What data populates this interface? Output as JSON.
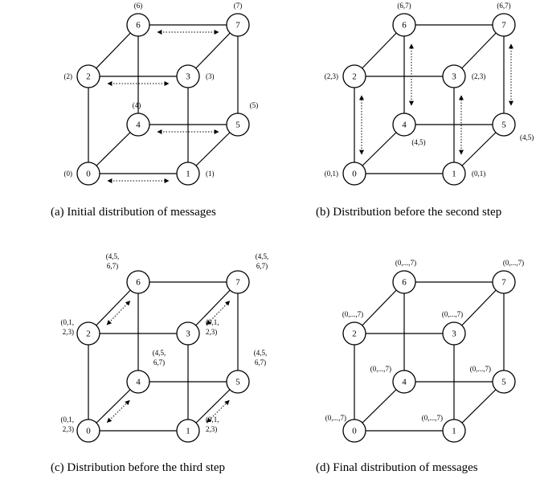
{
  "panels": [
    {
      "id": "a",
      "caption": "(a)  Initial distribution of messages",
      "nodes": [
        {
          "id": "0",
          "label": "0",
          "msg": [
            "(0)"
          ]
        },
        {
          "id": "1",
          "label": "1",
          "msg": [
            "(1)"
          ]
        },
        {
          "id": "2",
          "label": "2",
          "msg": [
            "(2)"
          ]
        },
        {
          "id": "3",
          "label": "3",
          "msg": [
            "(3)"
          ]
        },
        {
          "id": "4",
          "label": "4",
          "msg": [
            "(4)"
          ]
        },
        {
          "id": "5",
          "label": "5",
          "msg": [
            "(5)"
          ]
        },
        {
          "id": "6",
          "label": "6",
          "msg": [
            "(6)"
          ]
        },
        {
          "id": "7",
          "label": "7",
          "msg": [
            "(7)"
          ]
        }
      ],
      "exchanges": [
        [
          "0",
          "1"
        ],
        [
          "2",
          "3"
        ],
        [
          "4",
          "5"
        ],
        [
          "6",
          "7"
        ]
      ]
    },
    {
      "id": "b",
      "caption": "(b)  Distribution before the second step",
      "nodes": [
        {
          "id": "0",
          "label": "0",
          "msg": [
            "(0,1)"
          ]
        },
        {
          "id": "1",
          "label": "1",
          "msg": [
            "(0,1)"
          ]
        },
        {
          "id": "2",
          "label": "2",
          "msg": [
            "(2,3)"
          ]
        },
        {
          "id": "3",
          "label": "3",
          "msg": [
            "(2,3)"
          ]
        },
        {
          "id": "4",
          "label": "4",
          "msg": [
            "(4,5)"
          ]
        },
        {
          "id": "5",
          "label": "5",
          "msg": [
            "(4,5)"
          ]
        },
        {
          "id": "6",
          "label": "6",
          "msg": [
            "(6,7)"
          ]
        },
        {
          "id": "7",
          "label": "7",
          "msg": [
            "(6,7)"
          ]
        }
      ],
      "exchanges": [
        [
          "0",
          "2"
        ],
        [
          "1",
          "3"
        ],
        [
          "4",
          "6"
        ],
        [
          "5",
          "7"
        ]
      ]
    },
    {
      "id": "c",
      "caption": "(c)  Distribution before the third step",
      "nodes": [
        {
          "id": "0",
          "label": "0",
          "msg": [
            "(0,1,",
            "2,3)"
          ]
        },
        {
          "id": "1",
          "label": "1",
          "msg": [
            "(0,1,",
            "2,3)"
          ]
        },
        {
          "id": "2",
          "label": "2",
          "msg": [
            "(0,1,",
            "2,3)"
          ]
        },
        {
          "id": "3",
          "label": "3",
          "msg": [
            "(0,1,",
            "2,3)"
          ]
        },
        {
          "id": "4",
          "label": "4",
          "msg": [
            "(4,5,",
            "6,7)"
          ]
        },
        {
          "id": "5",
          "label": "5",
          "msg": [
            "(4,5,",
            "6,7)"
          ]
        },
        {
          "id": "6",
          "label": "6",
          "msg": [
            "(4,5,",
            "6,7)"
          ]
        },
        {
          "id": "7",
          "label": "7",
          "msg": [
            "(4,5,",
            "6,7)"
          ]
        }
      ],
      "exchanges": [
        [
          "0",
          "4"
        ],
        [
          "1",
          "5"
        ],
        [
          "2",
          "6"
        ],
        [
          "3",
          "7"
        ]
      ]
    },
    {
      "id": "d",
      "caption": "(d)  Final distribution of messages",
      "nodes": [
        {
          "id": "0",
          "label": "0",
          "msg": [
            "(0,...,7)"
          ]
        },
        {
          "id": "1",
          "label": "1",
          "msg": [
            "(0,...,7)"
          ]
        },
        {
          "id": "2",
          "label": "2",
          "msg": [
            "(0,...,7)"
          ]
        },
        {
          "id": "3",
          "label": "3",
          "msg": [
            "(0,...,7)"
          ]
        },
        {
          "id": "4",
          "label": "4",
          "msg": [
            "(0,...,7)"
          ]
        },
        {
          "id": "5",
          "label": "5",
          "msg": [
            "(0,...,7)"
          ]
        },
        {
          "id": "6",
          "label": "6",
          "msg": [
            "(0,...,7)"
          ]
        },
        {
          "id": "7",
          "label": "7",
          "msg": [
            "(0,...,7)"
          ]
        }
      ],
      "exchanges": []
    }
  ]
}
